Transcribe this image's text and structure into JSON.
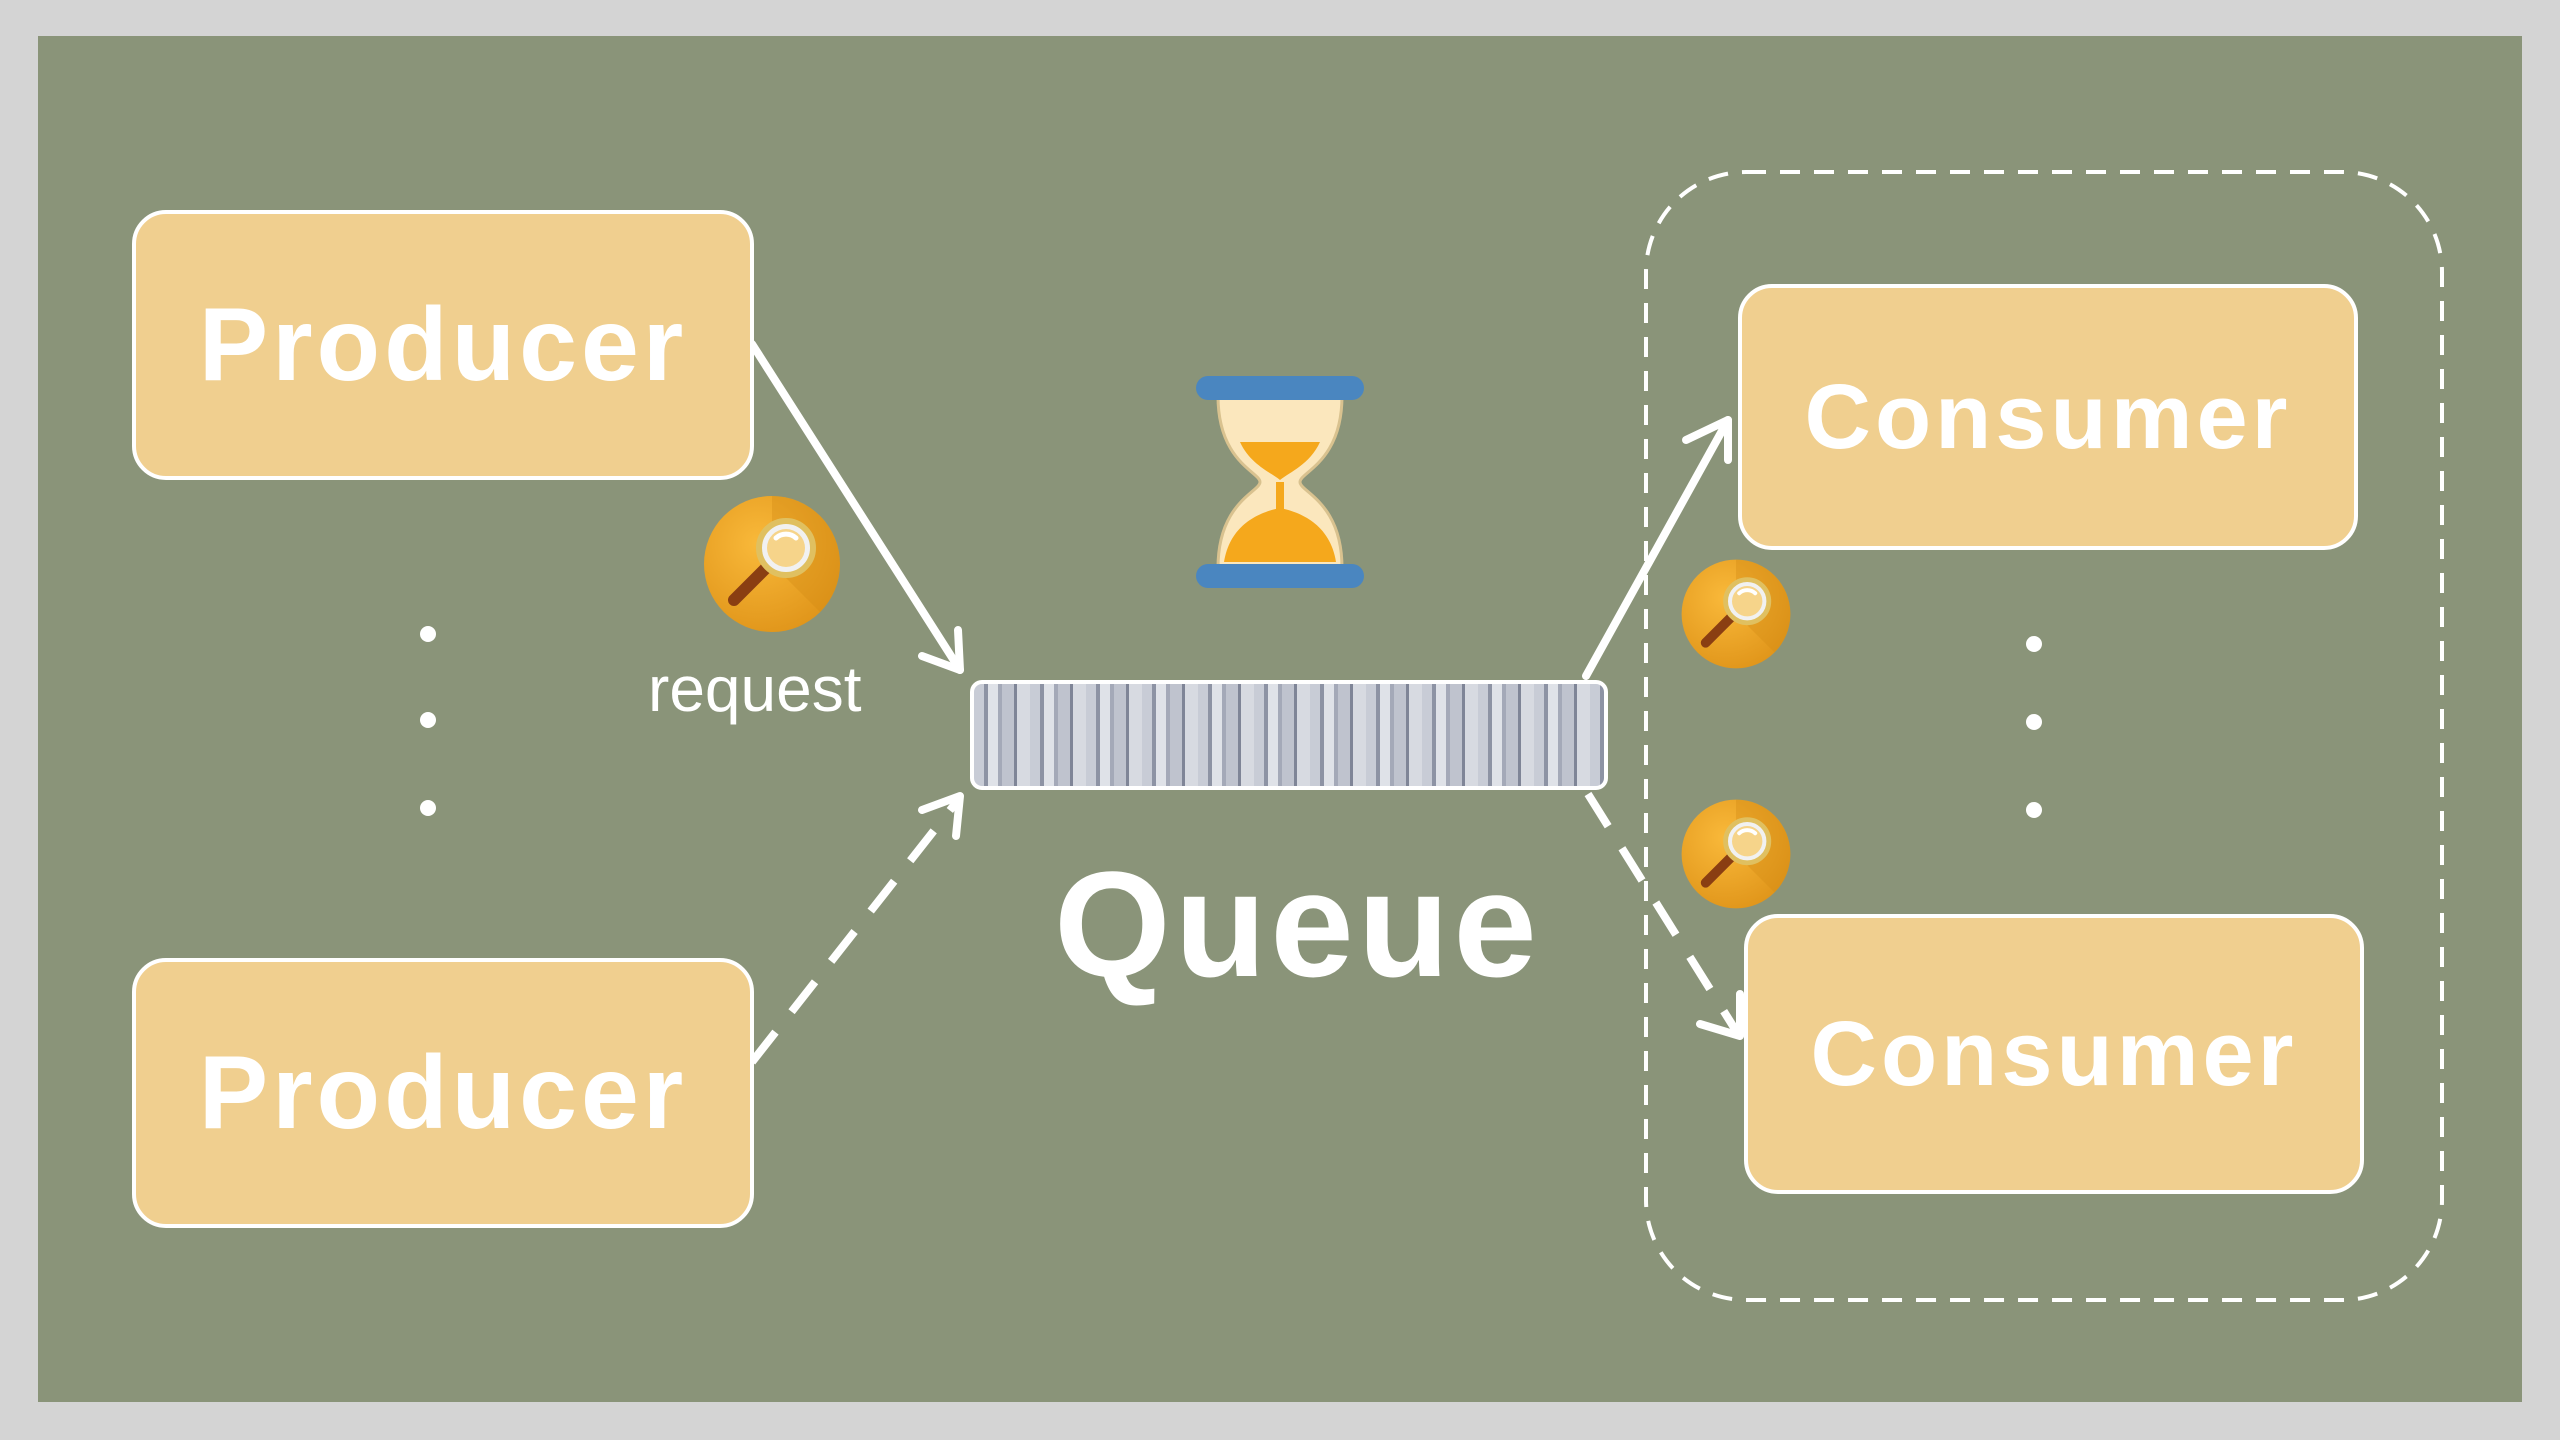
{
  "producers": [
    {
      "label": "Producer"
    },
    {
      "label": "Producer"
    }
  ],
  "consumers": [
    {
      "label": "Consumer"
    },
    {
      "label": "Consumer"
    }
  ],
  "queue": {
    "label": "Queue"
  },
  "request_label": "request",
  "colors": {
    "background": "#8a9479",
    "frame": "#d4d4d4",
    "box_fill": "#f0cf8f",
    "stroke": "#ffffff",
    "hourglass_cap": "#4a86c0",
    "sand": "#f5a81c",
    "request_token": "#f5a623"
  },
  "icons": [
    "hourglass-icon",
    "magnifier-request-icon"
  ]
}
